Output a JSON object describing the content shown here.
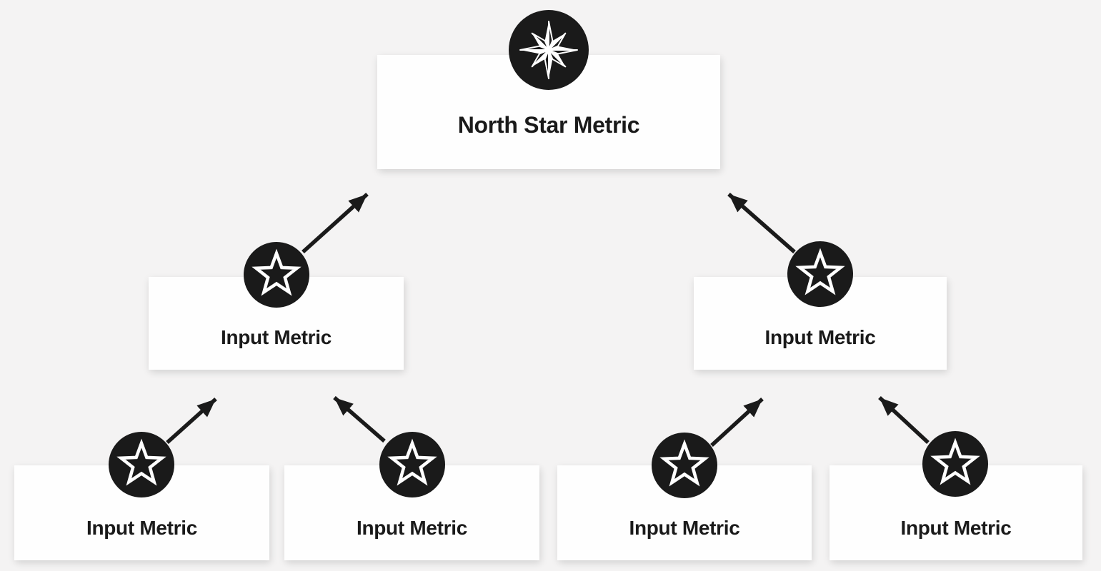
{
  "diagram": {
    "name": "North Star Metric tree",
    "colors": {
      "background": "#f4f3f3",
      "card": "#fefefe",
      "ink": "#1a1a1a",
      "icon_circle": "#1a1a1a",
      "icon_glyph": "#ffffff"
    },
    "nodes": {
      "north_star": {
        "label": "North Star Metric",
        "icon": "north-star-compass-icon"
      },
      "input_left": {
        "label": "Input Metric",
        "icon": "star-icon"
      },
      "input_right": {
        "label": "Input Metric",
        "icon": "star-icon"
      },
      "input_1": {
        "label": "Input Metric",
        "icon": "star-icon"
      },
      "input_2": {
        "label": "Input Metric",
        "icon": "star-icon"
      },
      "input_3": {
        "label": "Input Metric",
        "icon": "star-icon"
      },
      "input_4": {
        "label": "Input Metric",
        "icon": "star-icon"
      }
    },
    "edges": [
      "input_left -> north_star",
      "input_right -> north_star",
      "input_1 -> input_left",
      "input_2 -> input_left",
      "input_3 -> input_right",
      "input_4 -> input_right"
    ]
  }
}
